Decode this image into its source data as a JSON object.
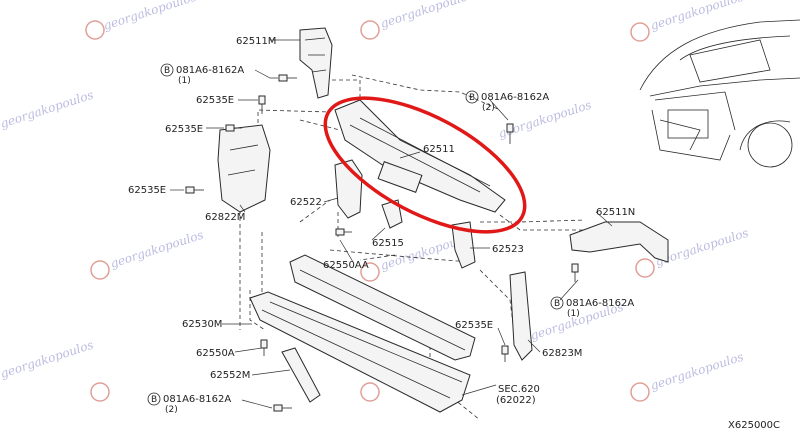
{
  "watermark": {
    "text": "georgakopoulos",
    "color": "#3b3fa8"
  },
  "highlight_color": "#e01818",
  "diagram_code": "X625000C",
  "labels": {
    "p62511M": "62511M",
    "bolt_tl_code": "081A6-8162A",
    "bolt_tl_qty": "(1)",
    "p62535E_a": "62535E",
    "p62535E_b": "62535E",
    "p62535E_c": "62535E",
    "p62822M": "62822M",
    "p62511": "62511",
    "p62522": "62522",
    "p62515": "62515",
    "p62550AA": "62550AA",
    "bolt_tr_code": "081A6-8162A",
    "bolt_tr_qty": "(2)",
    "p62511N": "62511N",
    "p62523": "62523",
    "bolt_r_code": "081A6-8162A",
    "bolt_r_qty": "(1)",
    "p62530M": "62530M",
    "p62550A": "62550A",
    "p62552M": "62552M",
    "bolt_bl_code": "081A6-8162A",
    "bolt_bl_qty": "(2)",
    "p62535E_d": "62535E",
    "p62823M": "62823M",
    "sec_ref": "SEC.620",
    "sec_sub": "(62022)",
    "bolt_symbol": "B"
  }
}
